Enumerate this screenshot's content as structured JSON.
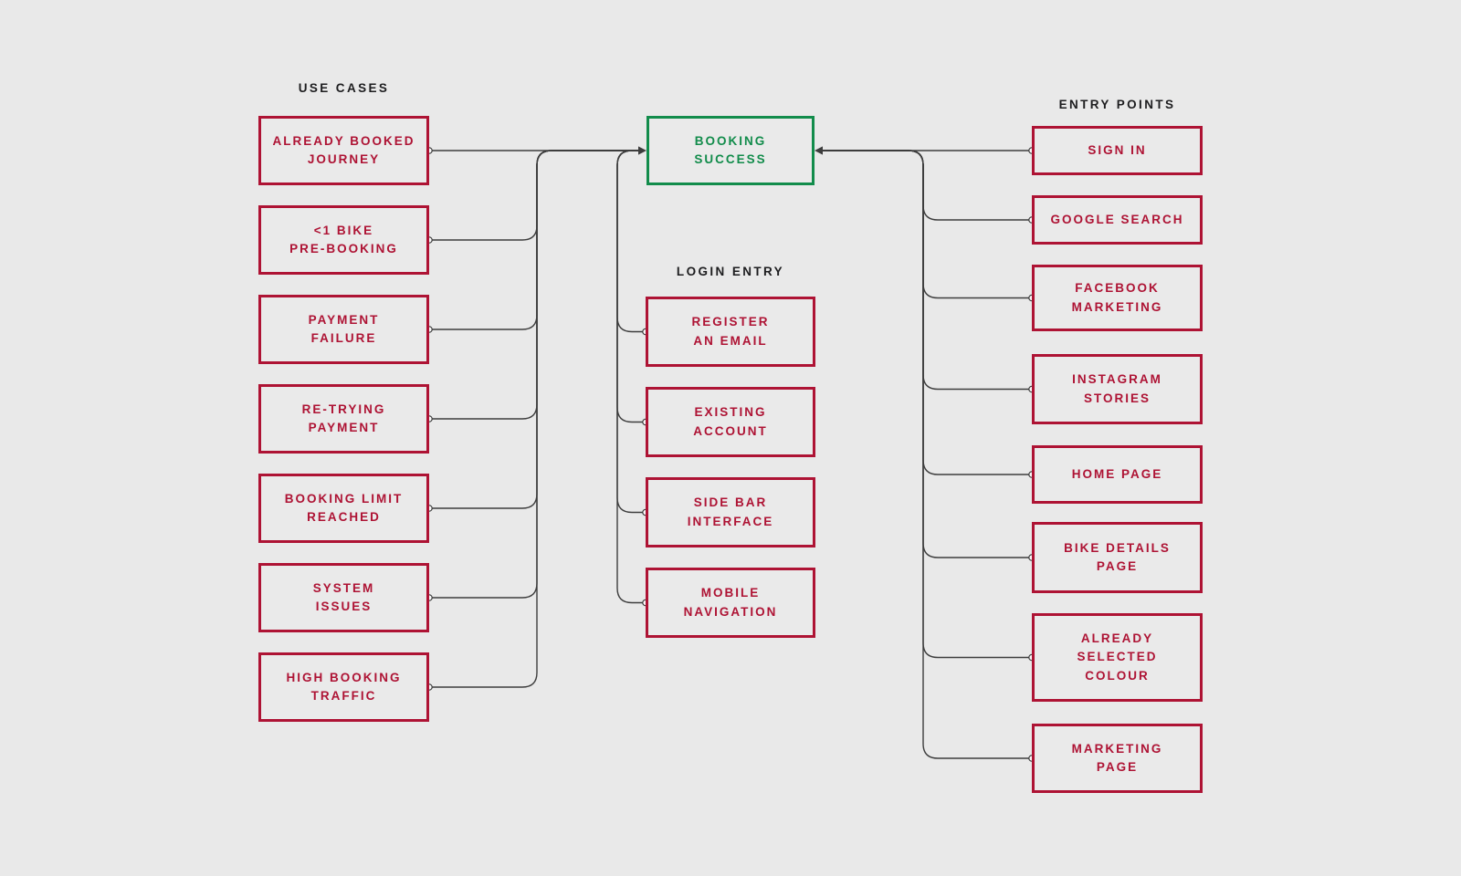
{
  "diagram": {
    "target": {
      "label": "BOOKING\nSUCCESS"
    },
    "groups": {
      "use_cases": {
        "title": "USE CASES",
        "items": [
          {
            "label": "ALREADY BOOKED\nJOURNEY"
          },
          {
            "label": "<1 BIKE\nPRE-BOOKING"
          },
          {
            "label": "PAYMENT\nFAILURE"
          },
          {
            "label": "RE-TRYING\nPAYMENT"
          },
          {
            "label": "BOOKING LIMIT\nREACHED"
          },
          {
            "label": "SYSTEM\nISSUES"
          },
          {
            "label": "HIGH BOOKING\nTRAFFIC"
          }
        ]
      },
      "login_entry": {
        "title": "LOGIN ENTRY",
        "items": [
          {
            "label": "REGISTER\nAN EMAIL"
          },
          {
            "label": "EXISTING\nACCOUNT"
          },
          {
            "label": "SIDE BAR\nINTERFACE"
          },
          {
            "label": "MOBILE\nNAVIGATION"
          }
        ]
      },
      "entry_points": {
        "title": "ENTRY POINTS",
        "items": [
          {
            "label": "SIGN IN"
          },
          {
            "label": "GOOGLE SEARCH"
          },
          {
            "label": "FACEBOOK\nMARKETING"
          },
          {
            "label": "INSTAGRAM\nSTORIES"
          },
          {
            "label": "HOME PAGE"
          },
          {
            "label": "BIKE DETAILS\nPAGE"
          },
          {
            "label": "ALREADY\nSELECTED\nCOLOUR"
          },
          {
            "label": "MARKETING\nPAGE"
          }
        ]
      }
    },
    "connections": [
      {
        "from_group": "use_cases",
        "to": "booking_success",
        "arrow": "into-left-edge"
      },
      {
        "from_group": "login_entry",
        "to": "booking_success",
        "arrow": "into-left-edge"
      },
      {
        "from_group": "entry_points",
        "to": "booking_success",
        "arrow": "into-right-edge"
      }
    ],
    "colors": {
      "red": "#ae1334",
      "green": "#128c4b",
      "line": "#3d3d3d",
      "background": "#e9e9e9",
      "header_text": "#1d1d1f"
    }
  }
}
